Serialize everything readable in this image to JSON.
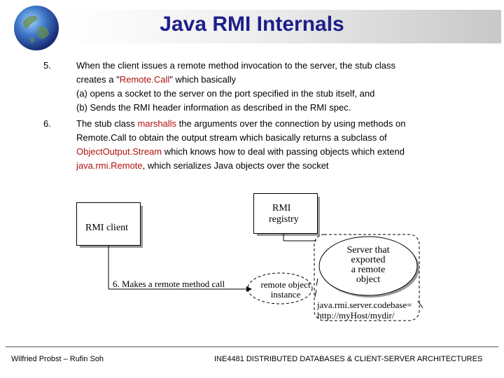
{
  "title": "Java RMI Internals",
  "items": [
    {
      "number": "5.",
      "line1": "When the client issues a remote method invocation to the server, the stub class",
      "line2_pre": "creates a \"",
      "line2_red": "Remote.Call",
      "line2_post": "\" which basically",
      "line3": "(a) opens a socket to the server on the port specified in the stub itself, and",
      "line4": "(b) Sends the RMI header information as described in the RMI spec."
    },
    {
      "number": "6.",
      "line1_pre": "The stub class ",
      "line1_red": "marshalls",
      "line1_post": " the arguments over the connection by using methods on",
      "line2": "Remote.Call to obtain the output stream which basically returns a subclass of",
      "line3_red": "ObjectOutput.Stream",
      "line3_post": " which knows how to deal with passing objects which extend",
      "line4_red": "java.rmi.Remote",
      "line4_post": ", which serializes Java objects over the socket"
    }
  ],
  "diagram": {
    "client_label": "RMI client",
    "registry_line1": "RMI",
    "registry_line2": "registry",
    "server_line1": "Server that",
    "server_line2": "exported",
    "server_line3": "a remote",
    "server_line4": "object",
    "remote_line1": "remote object",
    "remote_line2": "instance",
    "call_label": "6. Makes a remote method call",
    "codebase_line1": "java.rmi.server.codebase=",
    "codebase_line2": "http://myHost/mydir/"
  },
  "footer": {
    "left": "Wilfried Probst – Rufin Soh",
    "right": "INE4481 DISTRIBUTED DATABASES & CLIENT-SERVER ARCHITECTURES"
  }
}
